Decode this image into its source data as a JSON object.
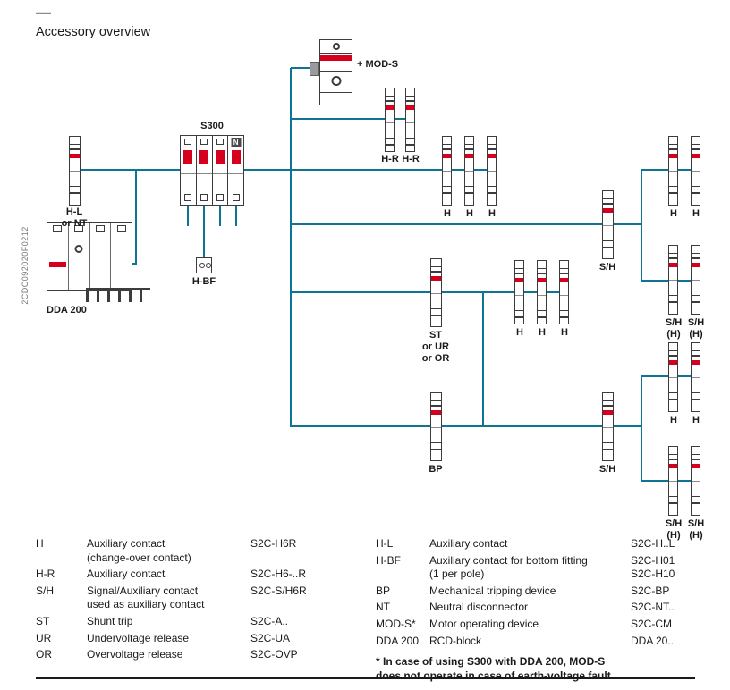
{
  "page": {
    "dash": "—",
    "title": "Accessory overview",
    "side_code": "2CDC092020F0212"
  },
  "colors": {
    "line": "#0f7493",
    "red": "#d5001e"
  },
  "diagram": {
    "labels": {
      "mod_s": "+ MOD-S",
      "hr": "H-R",
      "s300": "S300",
      "hl": "H-L\nor NT",
      "dda": "DDA 200",
      "hbf": "H-BF",
      "h": "H",
      "sh": "S/H",
      "shh": "S/H\n(H)",
      "st": "ST\nor UR\nor OR",
      "bp": "BP",
      "n": "N"
    }
  },
  "legend": {
    "left": [
      {
        "abbr": "H",
        "desc": "Auxiliary contact\n(change-over contact)",
        "code": "S2C-H6R"
      },
      {
        "abbr": "H-R",
        "desc": "Auxiliary contact",
        "code": "S2C-H6-..R"
      },
      {
        "abbr": "S/H",
        "desc": "Signal/Auxiliary contact\nused as auxiliary contact",
        "code": "S2C-S/H6R"
      },
      {
        "abbr": "ST",
        "desc": "Shunt trip",
        "code": "S2C-A.."
      },
      {
        "abbr": "UR",
        "desc": "Undervoltage release",
        "code": "S2C-UA"
      },
      {
        "abbr": "OR",
        "desc": "Overvoltage release",
        "code": "S2C-OVP"
      }
    ],
    "right": [
      {
        "abbr": "H-L",
        "desc": "Auxiliary contact",
        "code": "S2C-H..L"
      },
      {
        "abbr": "H-BF",
        "desc": "Auxiliary contact for bottom fitting\n(1 per pole)",
        "code": "S2C-H01\nS2C-H10"
      },
      {
        "abbr": "BP",
        "desc": "Mechanical tripping device",
        "code": "S2C-BP"
      },
      {
        "abbr": "NT",
        "desc": "Neutral disconnector",
        "code": "S2C-NT.."
      },
      {
        "abbr": "MOD-S*",
        "desc": "Motor operating device",
        "code": "S2C-CM"
      },
      {
        "abbr": "DDA 200",
        "desc": "RCD-block",
        "code": "DDA 20.."
      }
    ],
    "footnote": "* In case of using S300 with DDA 200, MOD-S\ndoes not operate in case of earth-voltage fault"
  }
}
